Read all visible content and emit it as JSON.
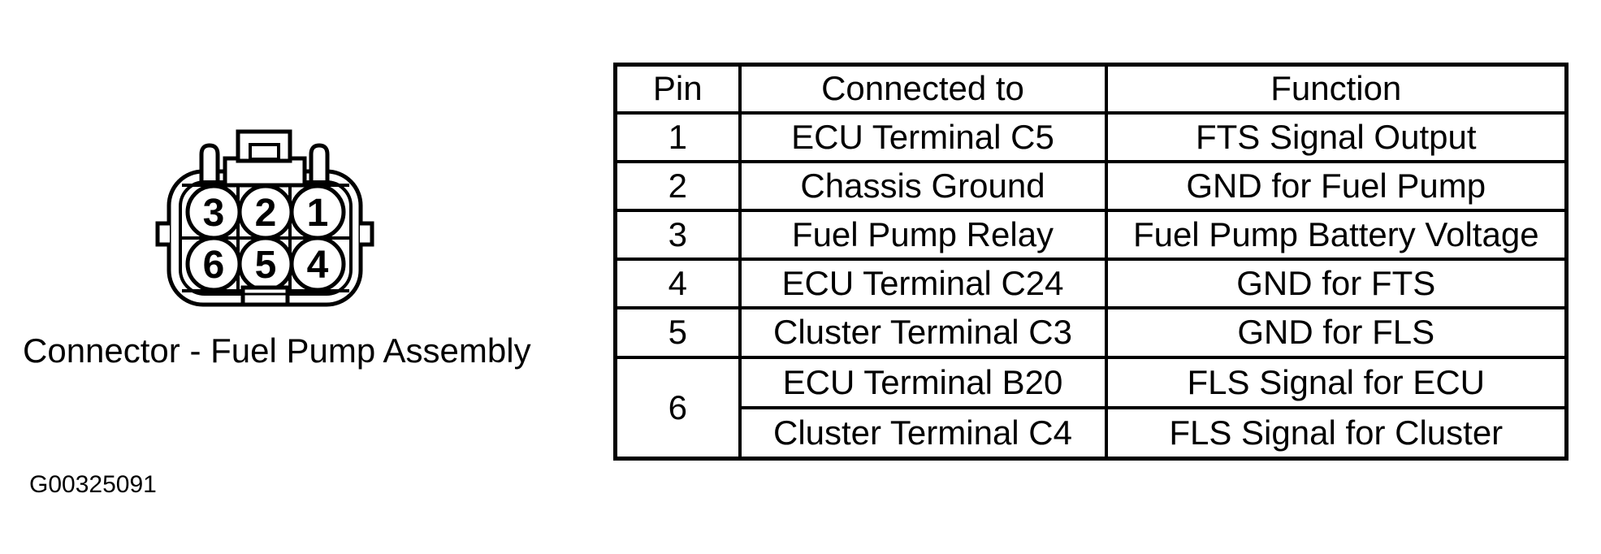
{
  "page": {
    "background": "#ffffff",
    "ink": "#000000"
  },
  "diagram": {
    "caption": "Connector - Fuel Pump Assembly",
    "figure_code": "G00325091",
    "pins": [
      "3",
      "2",
      "1",
      "6",
      "5",
      "4"
    ]
  },
  "pin_table": {
    "headers": [
      "Pin",
      "Connected to",
      "Function"
    ],
    "rows": [
      {
        "pin": "1",
        "connected_to": "ECU Terminal C5",
        "function": "FTS Signal Output"
      },
      {
        "pin": "2",
        "connected_to": "Chassis Ground",
        "function": "GND for Fuel Pump"
      },
      {
        "pin": "3",
        "connected_to": "Fuel Pump Relay",
        "function": "Fuel Pump Battery Voltage"
      },
      {
        "pin": "4",
        "connected_to": "ECU Terminal C24",
        "function": "GND for FTS"
      },
      {
        "pin": "5",
        "connected_to": "Cluster Terminal C3",
        "function": "GND for FLS"
      },
      {
        "pin": "6",
        "connected_to": "ECU Terminal B20",
        "function": "FLS Signal for ECU",
        "connected_to_2": "Cluster Terminal C4",
        "function_2": "FLS Signal for Cluster"
      }
    ]
  }
}
